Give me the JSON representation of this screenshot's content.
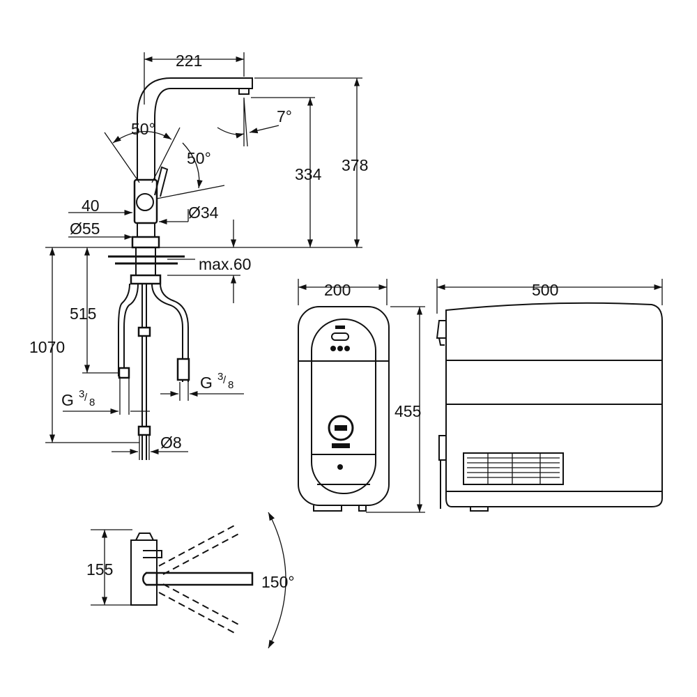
{
  "dimensions": {
    "spout_reach": "221",
    "lever_angle_top": "50°",
    "lever_angle_side": "50°",
    "spout_angle": "7°",
    "spout_height": "334",
    "total_height": "378",
    "lever_offset": "40",
    "base_diameter": "Ø55",
    "hole_diameter": "Ø34",
    "max_thickness": "max.60",
    "hose_length_short": "515",
    "hose_length_long": "1070",
    "thread_left": {
      "letter": "G",
      "num": "3",
      "den": "8"
    },
    "thread_right": {
      "letter": "G",
      "num": "3",
      "den": "8"
    },
    "tube_diameter": "Ø8",
    "boiler_width": "200",
    "boiler_depth": "500",
    "boiler_height": "455",
    "top_view_depth": "155",
    "swivel_angle": "150°"
  },
  "colors": {
    "line": "#111111",
    "background": "#ffffff"
  }
}
